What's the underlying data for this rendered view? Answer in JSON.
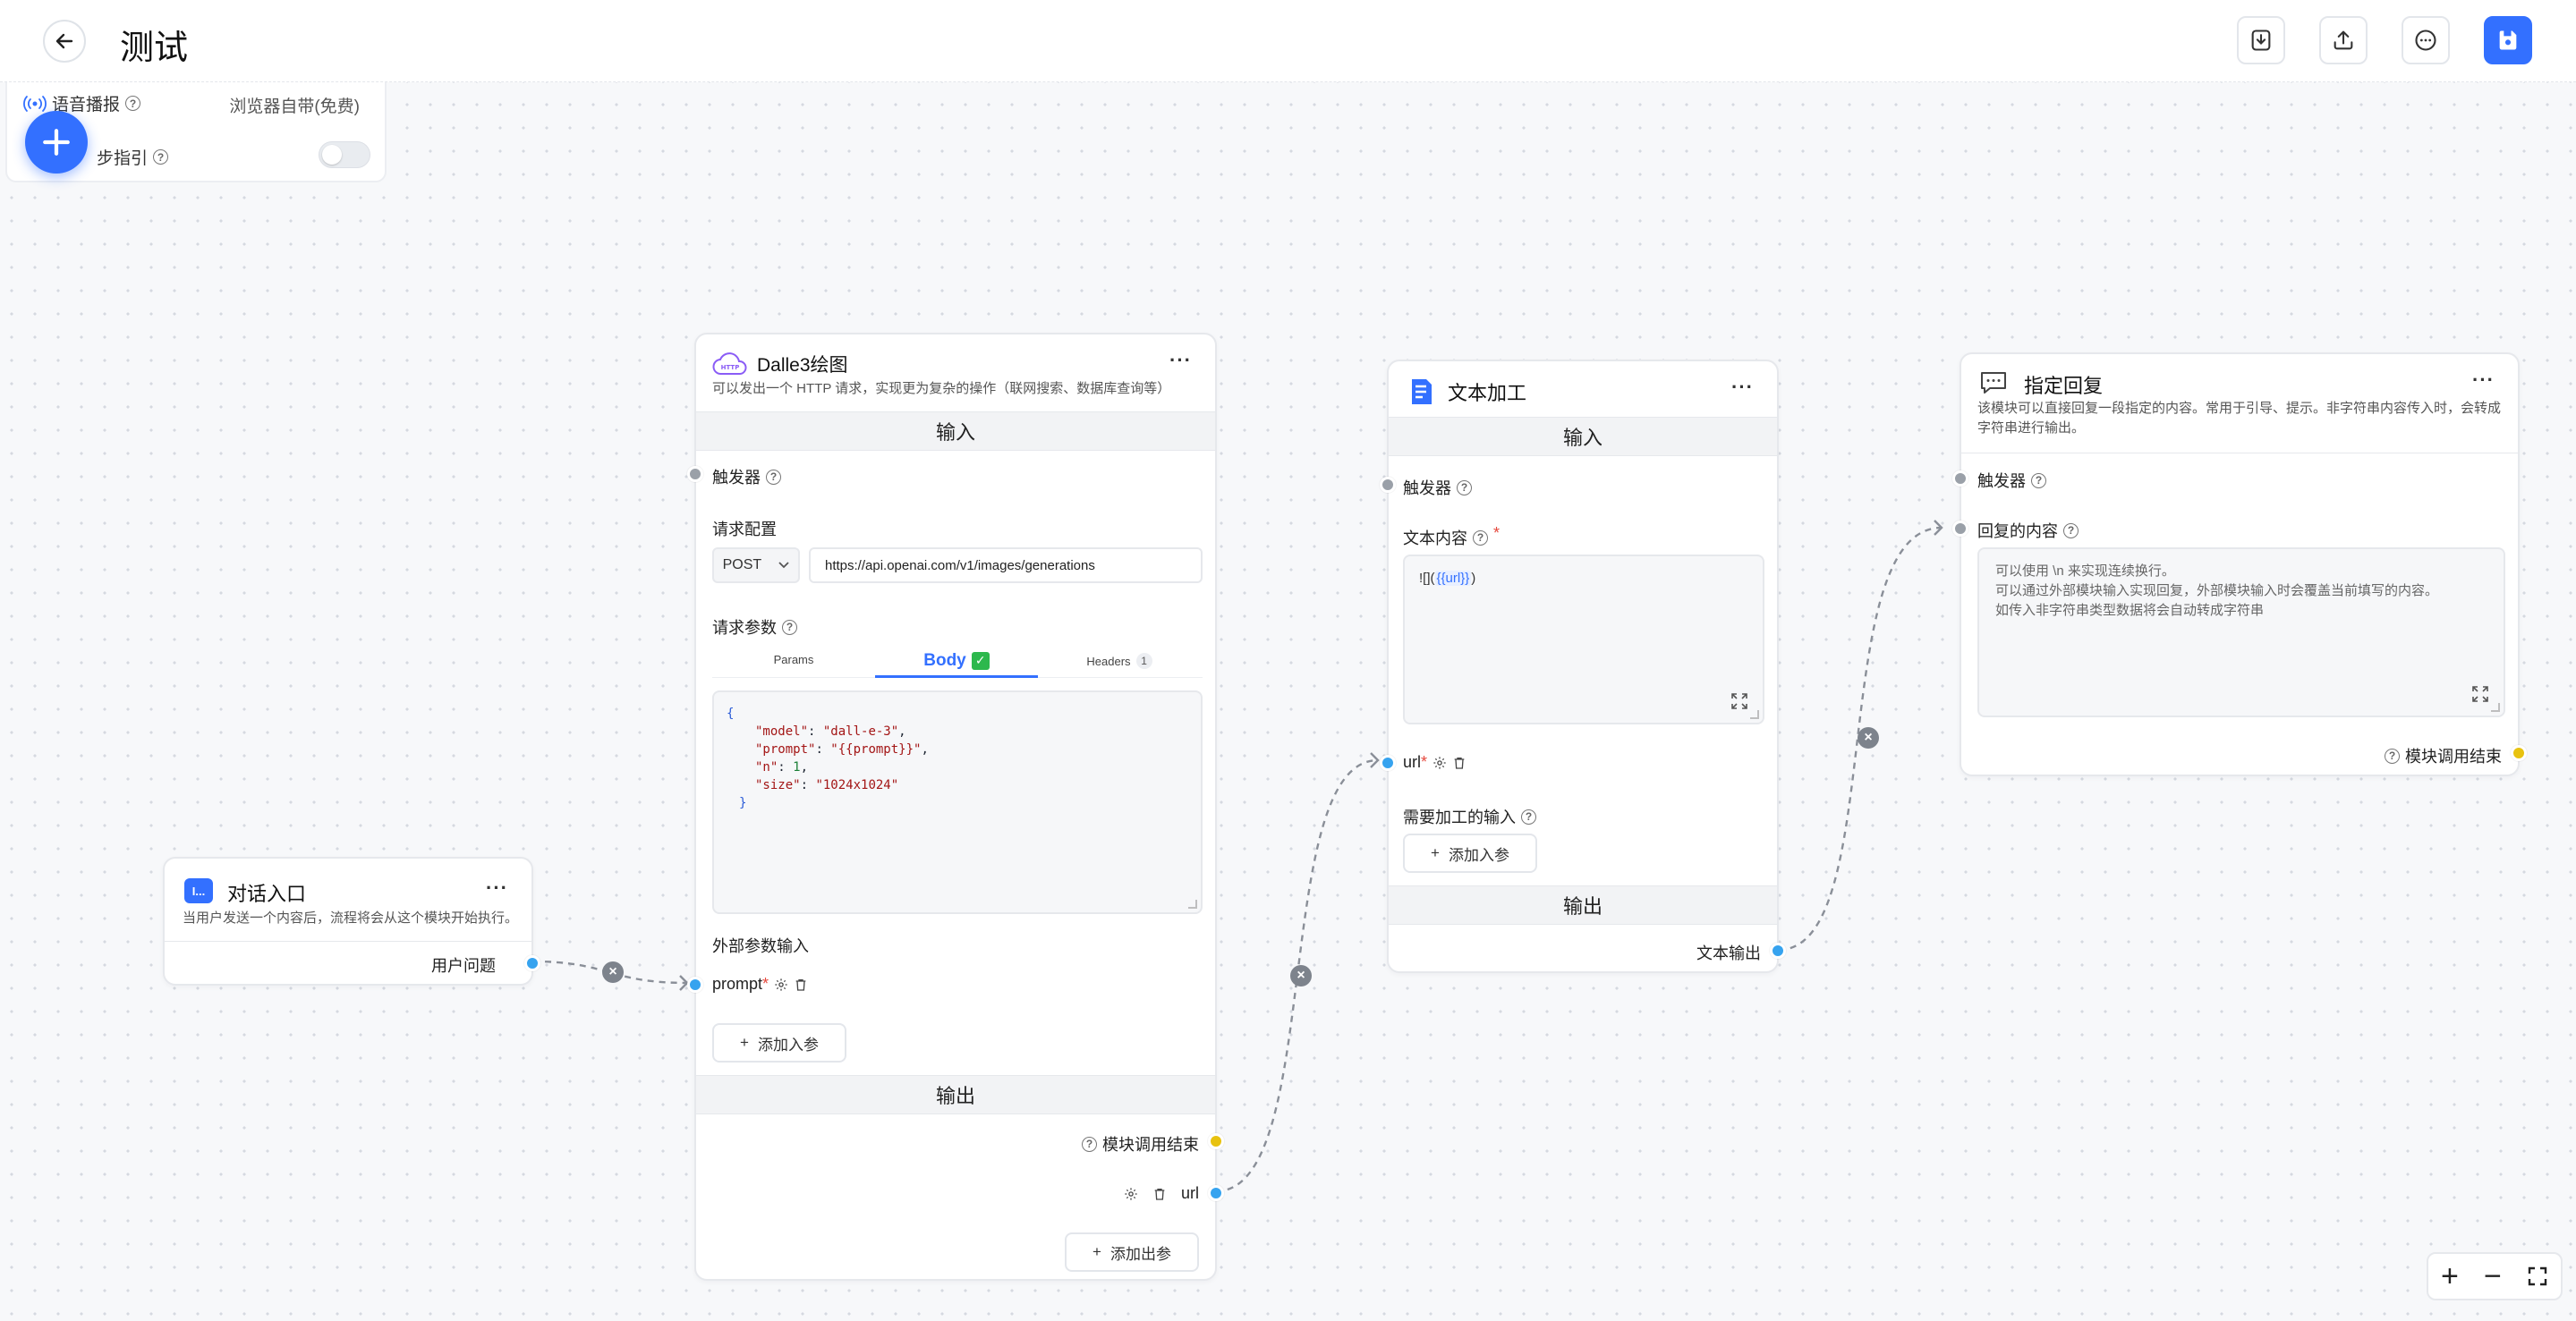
{
  "header": {
    "title": "测试"
  },
  "settings": {
    "tts_label": "语音播报",
    "tts_value": "浏览器自带(免费)",
    "guide_label": "步指引"
  },
  "nodes": {
    "entry": {
      "title": "对话入口",
      "desc": "当用户发送一个内容后，流程将会从这个模块开始执行。",
      "output": "用户问题",
      "icon_text": "I..."
    },
    "http": {
      "title": "Dalle3绘图",
      "desc": "可以发出一个 HTTP 请求，实现更为复杂的操作（联网搜索、数据库查询等）",
      "input_section": "输入",
      "trigger": "触发器",
      "request_config": "请求配置",
      "method": "POST",
      "url": "https://api.openai.com/v1/images/generations",
      "request_params": "请求参数",
      "tabs": [
        "Params",
        "Body",
        "Headers"
      ],
      "headers_count": "1",
      "external_inputs": "外部参数输入",
      "prompt_label": "prompt",
      "add_input": "添加入参",
      "output_section": "输出",
      "module_end": "模块调用结束",
      "url_output": "url",
      "add_output": "添加出参",
      "body": {
        "brace_open": "{",
        "brace_close": "}",
        "k1": "\"model\"",
        "v1": "\"dall-e-3\"",
        "k2": "\"prompt\"",
        "v2": "\"{{prompt}}\"",
        "k3": "\"n\"",
        "v3": "1",
        "k4": "\"size\"",
        "v4": "\"1024x1024\""
      }
    },
    "text": {
      "title": "文本加工",
      "input_section": "输入",
      "trigger": "触发器",
      "content_label": "文本内容",
      "content_prefix": "![](",
      "content_var": "{{url}}",
      "content_suffix": ")",
      "url_label": "url",
      "inputs_label": "需要加工的输入",
      "add_input": "添加入参",
      "output_section": "输出",
      "text_output": "文本输出"
    },
    "reply": {
      "title": "指定回复",
      "desc_line1": "该模块可以直接回复一段指定的内容。常用于引导、提示。非字符串内容传入时，会转成",
      "desc_line2": "字符串进行输出。",
      "trigger": "触发器",
      "content_label": "回复的内容",
      "ph1": "可以使用 \\n 来实现连续换行。",
      "ph2": "可以通过外部模块输入实现回复，外部模块输入时会覆盖当前填写的内容。",
      "ph3": "如传入非字符串类型数据将会自动转成字符串",
      "module_end": "模块调用结束"
    }
  },
  "zoom": {
    "in": "+",
    "out": "−"
  },
  "colors": {
    "accent": "#3370ff",
    "handle_blue": "#36a3ef",
    "handle_yellow": "#e8c20f",
    "handle_gray": "#9aa0a8"
  }
}
